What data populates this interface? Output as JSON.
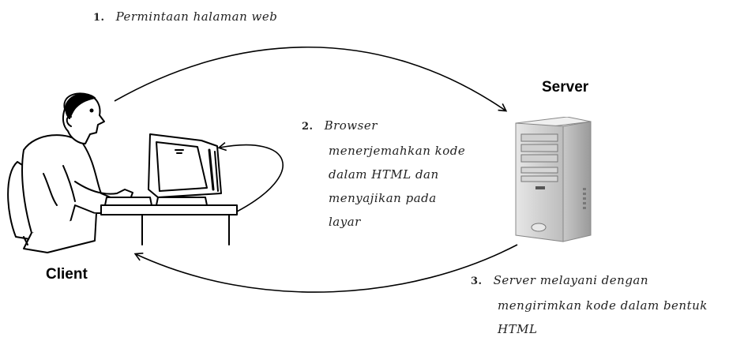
{
  "diagram": {
    "client_label": "Client",
    "server_label": "Server",
    "steps": [
      {
        "number": "1.",
        "lines": [
          "Permintaan halaman web"
        ]
      },
      {
        "number": "2.",
        "lines": [
          "Browser",
          "menerjemahkan kode",
          "dalam HTML dan",
          "menyajikan pada",
          "layar"
        ]
      },
      {
        "number": "3.",
        "lines": [
          "Server melayani dengan",
          "mengirimkan kode dalam bentuk",
          "HTML"
        ]
      }
    ]
  }
}
